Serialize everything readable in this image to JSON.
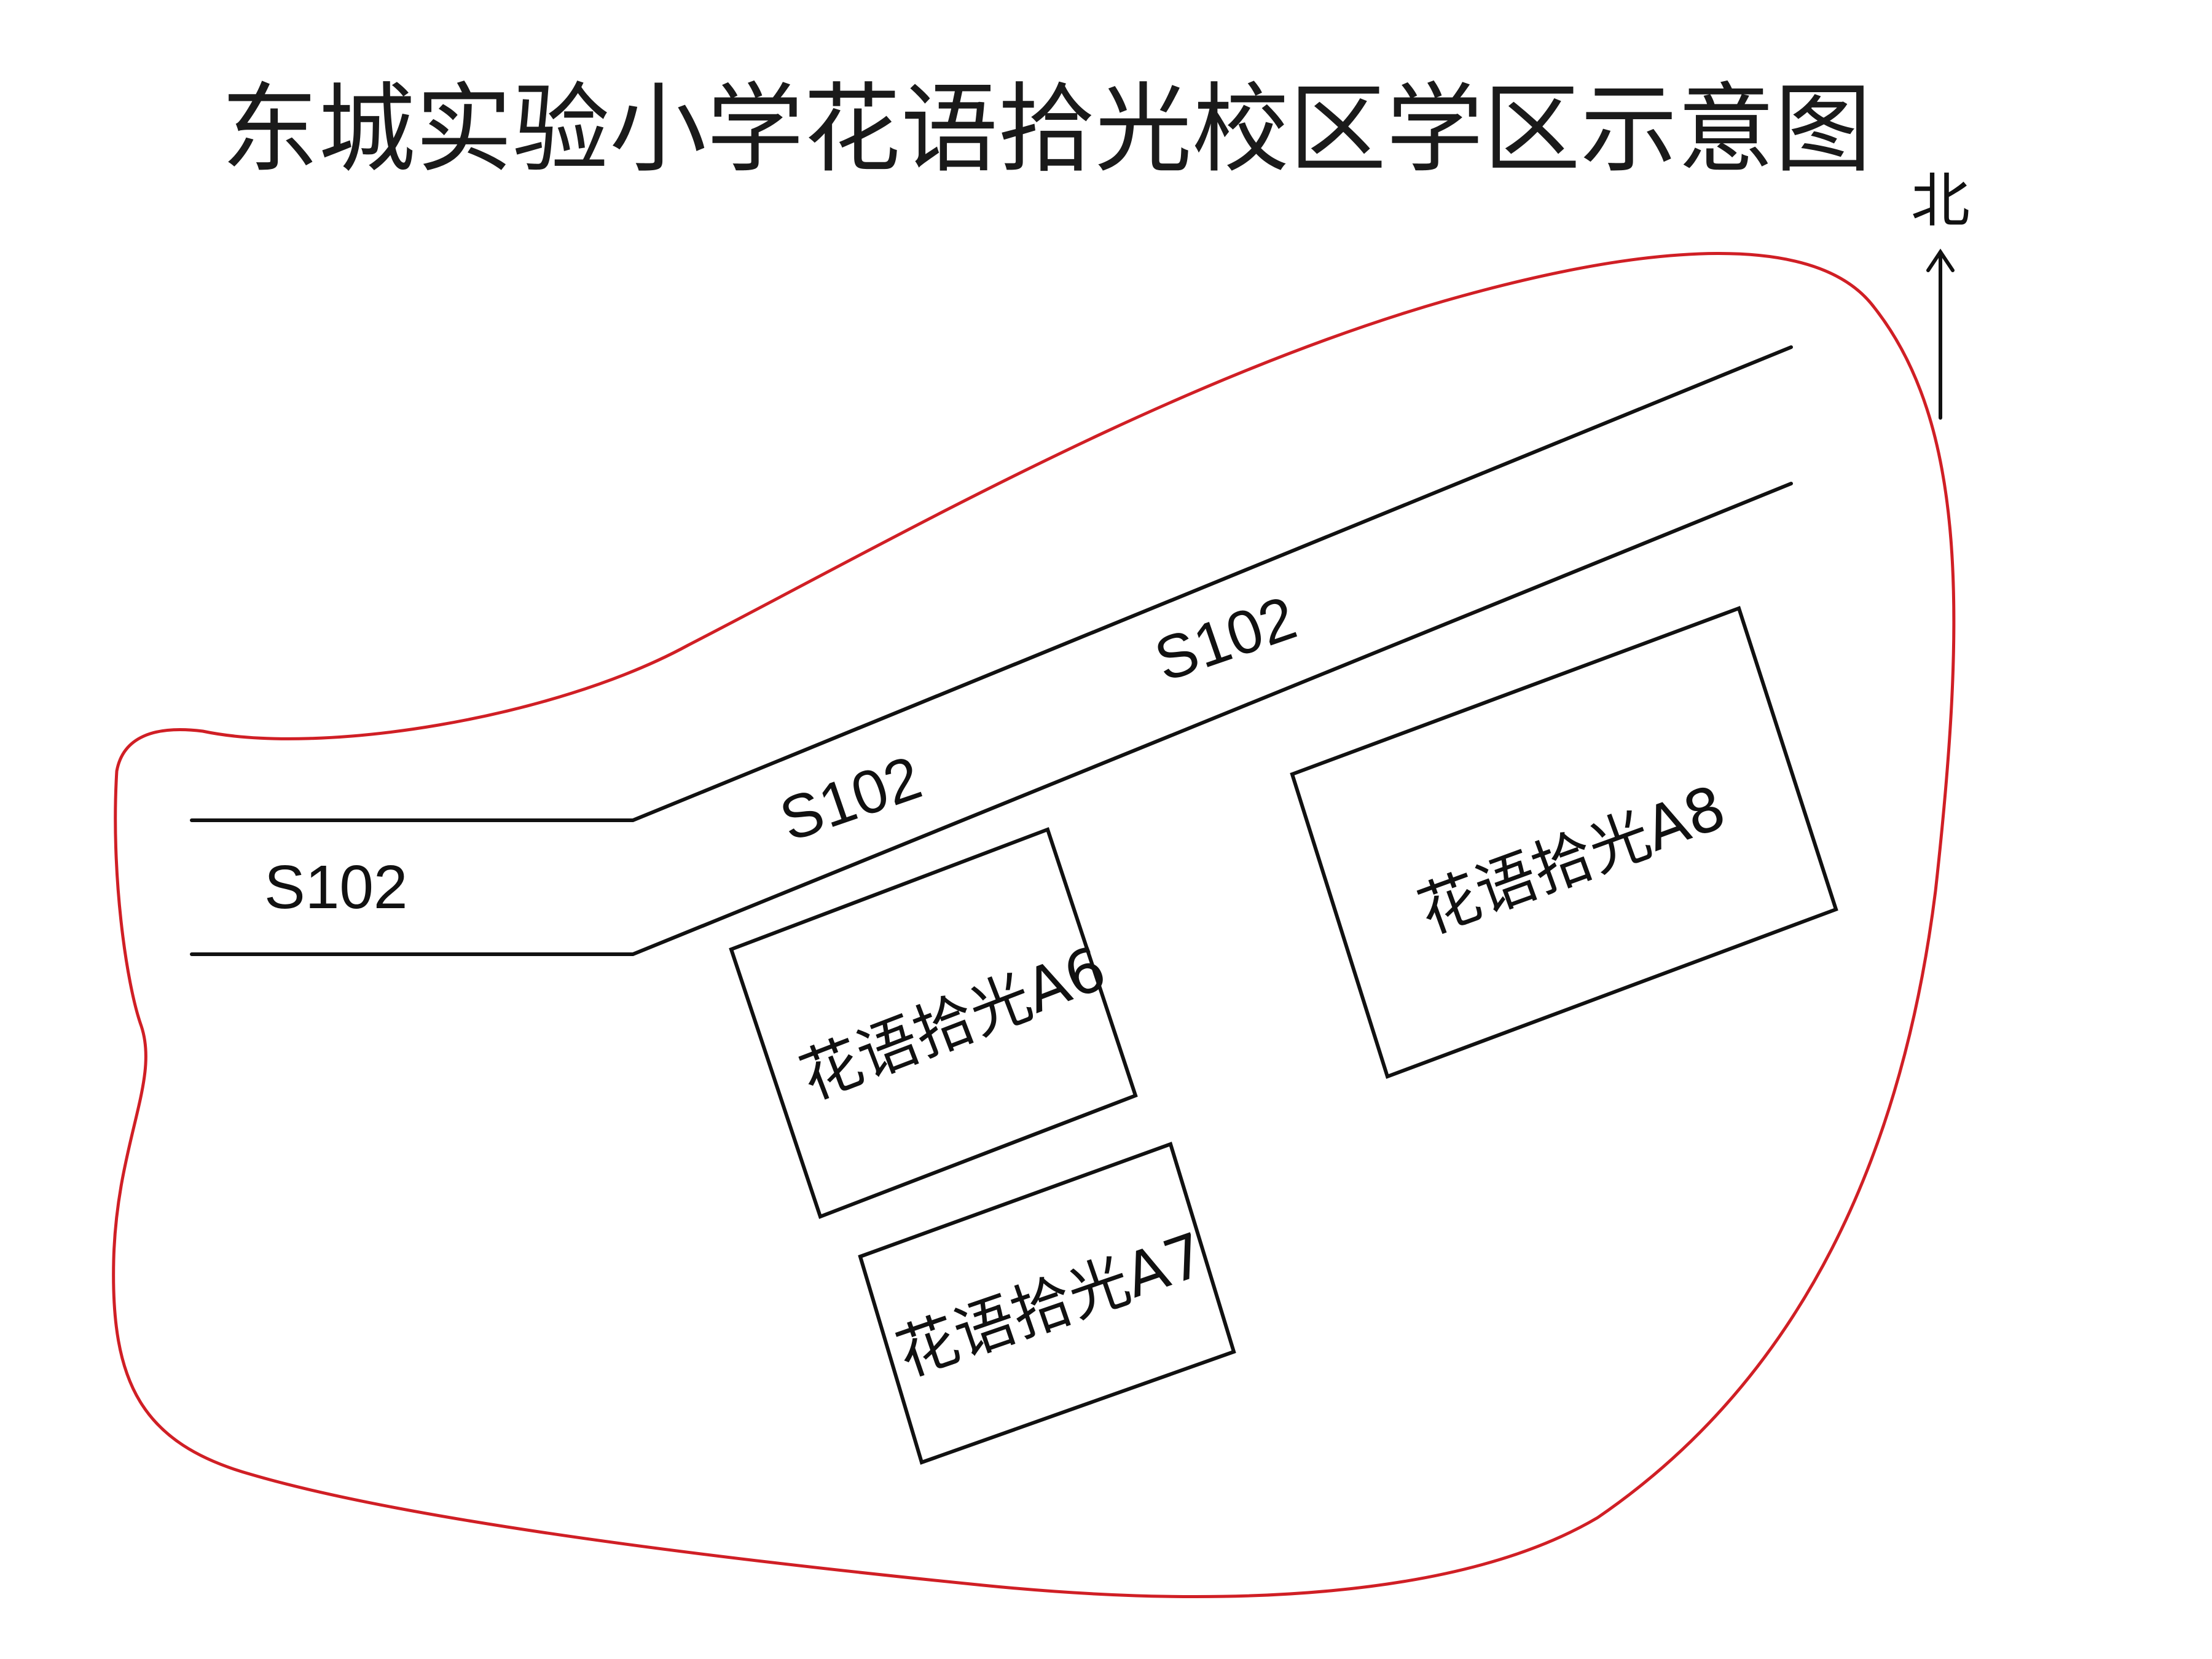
{
  "title": "东城实验小学花语拾光校区学区示意图",
  "north": {
    "label": "北",
    "icon": "north-arrow-icon"
  },
  "roads": [
    {
      "label": "S102"
    },
    {
      "label": "S102"
    },
    {
      "label": "S102"
    }
  ],
  "blocks": [
    {
      "label": "花语拾光A6"
    },
    {
      "label": "花语拾光A7"
    },
    {
      "label": "花语拾光A8"
    }
  ],
  "colors": {
    "boundary": "#d01f25",
    "ink": "#111111",
    "background": "#ffffff"
  }
}
